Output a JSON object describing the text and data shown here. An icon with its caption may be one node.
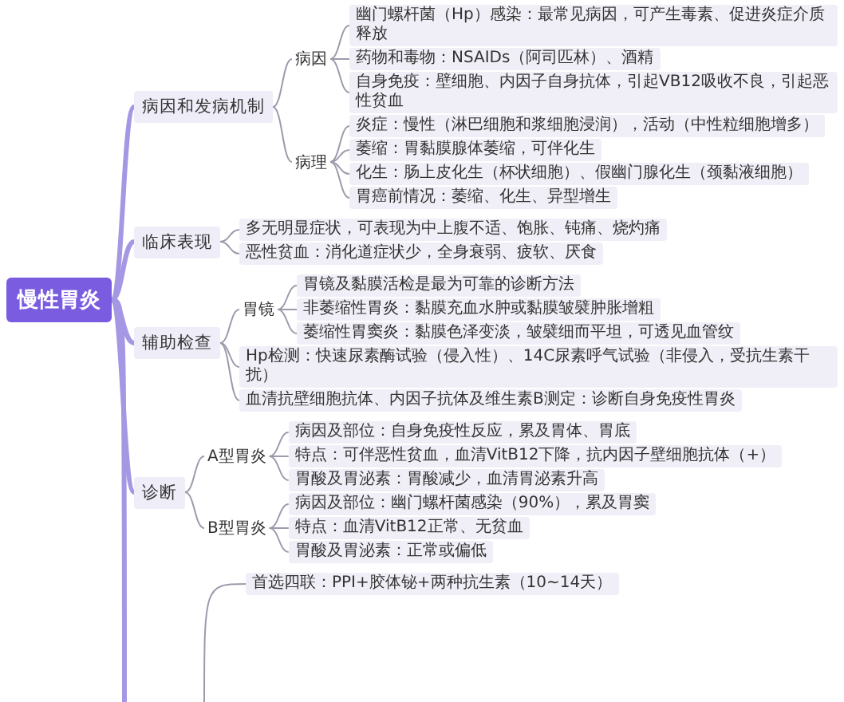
{
  "diagram": {
    "nodes": [
      {
        "text": [
          "慢性胃炎"
        ]
      },
      {
        "text": [
          "病因和发病机制"
        ]
      },
      {
        "text": [
          "病因"
        ]
      },
      {
        "text": [
          "幽门螺杆菌（Hp）感染：最常见病因，可产生毒素、促进炎症介质释放"
        ]
      },
      {
        "text": [
          "药物和毒物：NSAIDs（阿司匹林）、酒精"
        ]
      },
      {
        "text": [
          "自身免疫：壁细胞、内因子自身抗体，引起VB12吸收不良，引起恶性贫血"
        ]
      },
      {
        "text": [
          "病理"
        ]
      },
      {
        "text": [
          "炎症：慢性（淋巴细胞和浆细胞浸润），活动（中性粒细胞增多）"
        ]
      },
      {
        "text": [
          "萎缩：胃黏膜腺体萎缩，可伴化生"
        ]
      },
      {
        "text": [
          "化生：肠上皮化生（杯状细胞）、假幽门腺化生（颈黏液细胞）"
        ]
      },
      {
        "text": [
          "胃癌前情况：萎缩、化生、异型增生"
        ]
      },
      {
        "text": [
          "临床表现"
        ]
      },
      {
        "text": [
          "多无明显症状，可表现为中上腹不适、饱胀、钝痛、烧灼痛"
        ]
      },
      {
        "text": [
          "恶性贫血：消化道症状少，全身衰弱、疲软、厌食"
        ]
      },
      {
        "text": [
          "辅助检查"
        ]
      },
      {
        "text": [
          "胃镜"
        ]
      },
      {
        "text": [
          "胃镜及黏膜活检是最为可靠的诊断方法"
        ]
      },
      {
        "text": [
          "非萎缩性胃炎：黏膜充血水肿或黏膜皱襞肿胀增粗"
        ]
      },
      {
        "text": [
          "萎缩性胃窦炎：黏膜色泽变淡，皱襞细而平坦，可透见血管纹"
        ]
      },
      {
        "text": [
          "Hp检测：快速尿素酶试验（侵入性）、14C尿素呼气试验（非侵入，受抗生素干扰）"
        ]
      },
      {
        "text": [
          "血清抗壁细胞抗体、内因子抗体及维生素B测定：诊断自身免疫性胃炎"
        ]
      },
      {
        "text": [
          "诊断"
        ]
      },
      {
        "text": [
          "A型胃炎"
        ]
      },
      {
        "text": [
          "病因及部位：自身免疫性反应，累及胃体、胃底"
        ]
      },
      {
        "text": [
          "特点：可伴恶性贫血，血清VitB12下降，抗内因子壁细胞抗体（+）"
        ]
      },
      {
        "text": [
          "胃酸及胃泌素：胃酸减少，血清胃泌素升高"
        ]
      },
      {
        "text": [
          "B型胃炎"
        ]
      },
      {
        "text": [
          "病因及部位：幽门螺杆菌感染（90%），累及胃窦"
        ]
      },
      {
        "text": [
          "特点：血清VitB12正常、无贫血"
        ]
      },
      {
        "text": [
          "胃酸及胃泌素：正常或偏低"
        ]
      },
      {
        "text": [
          "首选四联：PPI+胶体铋+两种抗生素（10~14天）"
        ]
      }
    ],
    "edges": [
      {
        "from": 0,
        "to": 1,
        "arrow": "none",
        "style": "thick",
        "color": "#a597e3"
      },
      {
        "from": 1,
        "to": 2,
        "arrow": "none"
      },
      {
        "from": 2,
        "to": 3,
        "arrow": "none"
      },
      {
        "from": 2,
        "to": 4,
        "arrow": "none"
      },
      {
        "from": 2,
        "to": 5,
        "arrow": "none"
      },
      {
        "from": 1,
        "to": 6,
        "arrow": "none"
      },
      {
        "from": 6,
        "to": 7,
        "arrow": "none"
      },
      {
        "from": 6,
        "to": 8,
        "arrow": "none"
      },
      {
        "from": 6,
        "to": 9,
        "arrow": "none"
      },
      {
        "from": 6,
        "to": 10,
        "arrow": "none"
      },
      {
        "from": 0,
        "to": 11,
        "arrow": "none",
        "style": "thick",
        "color": "#a597e3"
      },
      {
        "from": 11,
        "to": 12,
        "arrow": "none"
      },
      {
        "from": 11,
        "to": 13,
        "arrow": "none"
      },
      {
        "from": 0,
        "to": 14,
        "arrow": "none",
        "style": "thick",
        "color": "#a597e3"
      },
      {
        "from": 14,
        "to": 15,
        "arrow": "none"
      },
      {
        "from": 15,
        "to": 16,
        "arrow": "none"
      },
      {
        "from": 15,
        "to": 17,
        "arrow": "none"
      },
      {
        "from": 15,
        "to": 18,
        "arrow": "none"
      },
      {
        "from": 14,
        "to": 19,
        "arrow": "none"
      },
      {
        "from": 14,
        "to": 20,
        "arrow": "none"
      },
      {
        "from": 0,
        "to": 21,
        "arrow": "none",
        "style": "thick",
        "color": "#a597e3"
      },
      {
        "from": 21,
        "to": 22,
        "arrow": "none"
      },
      {
        "from": 22,
        "to": 23,
        "arrow": "none"
      },
      {
        "from": 22,
        "to": 24,
        "arrow": "none"
      },
      {
        "from": 22,
        "to": 25,
        "arrow": "none"
      },
      {
        "from": 21,
        "to": 26,
        "arrow": "none"
      },
      {
        "from": 26,
        "to": 27,
        "arrow": "none"
      },
      {
        "from": 26,
        "to": 28,
        "arrow": "none"
      },
      {
        "from": 26,
        "to": 29,
        "arrow": "none"
      },
      {
        "from": 0,
        "to": null,
        "arrow": "none",
        "style": "thick",
        "color": "#a597e3"
      },
      {
        "from": null,
        "to": 30,
        "arrow": "none"
      }
    ]
  }
}
